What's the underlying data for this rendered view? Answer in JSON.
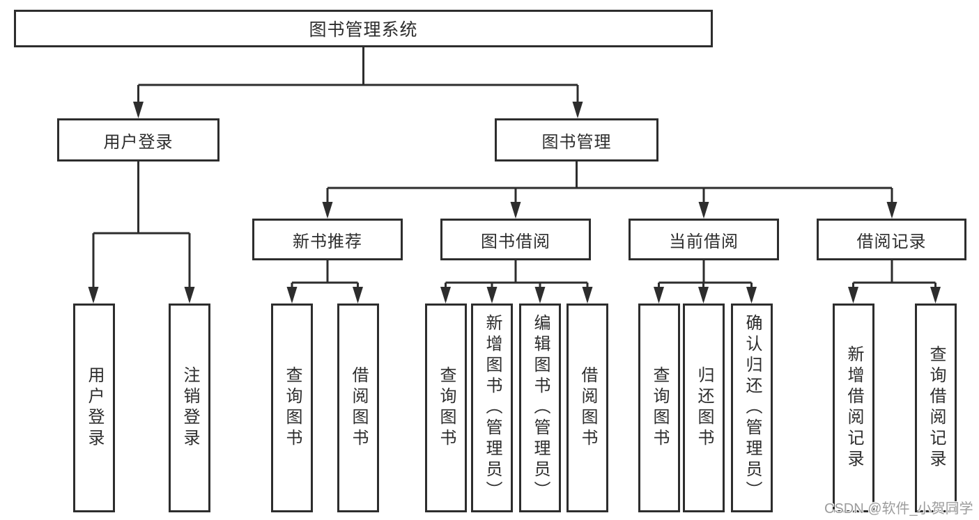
{
  "nodes": {
    "root": {
      "label": "图书管理系统"
    },
    "user_login": {
      "label": "用户登录"
    },
    "book_mgmt": {
      "label": "图书管理"
    },
    "new_book_rec": {
      "label": "新书推荐"
    },
    "book_borrow": {
      "label": "图书借阅"
    },
    "current_borrow": {
      "label": "当前借阅"
    },
    "borrow_records": {
      "label": "借阅记录"
    },
    "login": {
      "label": "用户登录"
    },
    "logout": {
      "label": "注销登录"
    },
    "nb_query_book": {
      "label": "查询图书"
    },
    "nb_borrow_book": {
      "label": "借阅图书"
    },
    "bb_query_book": {
      "label": "查询图书"
    },
    "bb_add_book": {
      "label": "新增图书（管理员）"
    },
    "bb_edit_book": {
      "label": "编辑图书（管理员）"
    },
    "bb_borrow_book": {
      "label": "借阅图书"
    },
    "cb_query_book": {
      "label": "查询图书"
    },
    "cb_return_book": {
      "label": "归还图书"
    },
    "cb_confirm_return": {
      "label": "确认归还（管理员）"
    },
    "br_add_record": {
      "label": "新增借阅记录"
    },
    "br_query_record": {
      "label": "查询借阅记录"
    }
  },
  "hierarchy": {
    "图书管理系统": {
      "用户登录": [
        "用户登录",
        "注销登录"
      ],
      "图书管理": {
        "新书推荐": [
          "查询图书",
          "借阅图书"
        ],
        "图书借阅": [
          "查询图书",
          "新增图书（管理员）",
          "编辑图书（管理员）",
          "借阅图书"
        ],
        "当前借阅": [
          "查询图书",
          "归还图书",
          "确认归还（管理员）"
        ],
        "借阅记录": [
          "新增借阅记录",
          "查询借阅记录"
        ]
      }
    }
  },
  "watermark": "CSDN @软件_小贺同学",
  "colors": {
    "line": "#2d2d2d",
    "text": "#2d2d2d",
    "background": "#ffffff",
    "watermark": "#9c9c9c"
  }
}
